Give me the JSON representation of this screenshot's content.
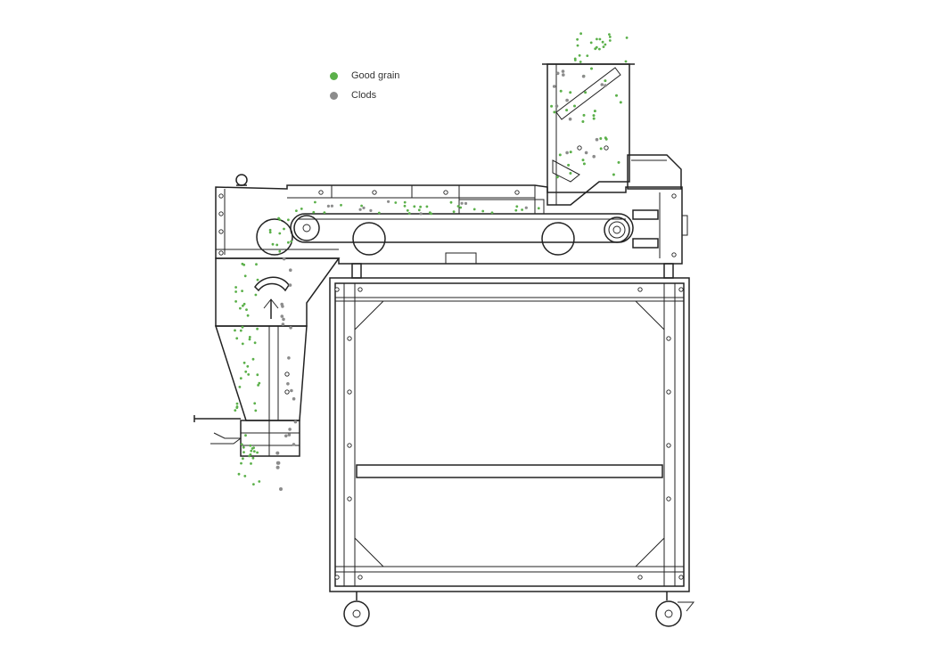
{
  "legend": {
    "items": [
      {
        "label": "Good grain",
        "color": "#5bb04a",
        "kind": "good"
      },
      {
        "label": "Clods",
        "color": "#8c8c8c",
        "kind": "clod"
      }
    ]
  },
  "colors": {
    "line": "#222222",
    "good_grain": "#5bb04a",
    "clods": "#8c8c8c",
    "background": "#ffffff"
  }
}
